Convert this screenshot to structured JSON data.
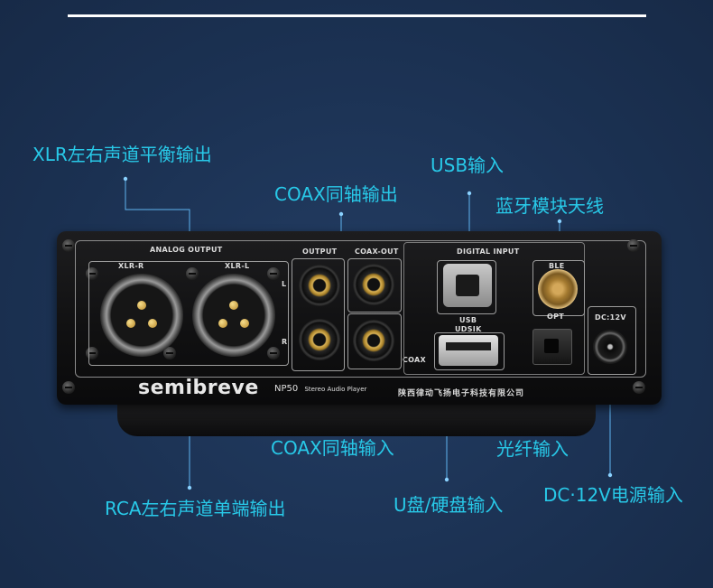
{
  "callouts": {
    "xlr_out": "XLR左右声道平衡输出",
    "coax_out": "COAX同轴输出",
    "usb_in": "USB输入",
    "ble": "蓝牙模块天线",
    "coax_in": "COAX同轴输入",
    "optical_in": "光纤输入",
    "rca_out": "RCA左右声道单端输出",
    "udisk_in": "U盘/硬盘输入",
    "dc_in": "DC·12V电源输入"
  },
  "panel": {
    "analog_output": "ANALOG OUTPUT",
    "xlr_r": "XLR-R",
    "xlr_l": "XLR-L",
    "output": "OUTPUT",
    "coax_out": "COAX-OUT",
    "digital_input": "DIGITAL INPUT",
    "ble": "BLE",
    "usb": "USB",
    "udisk": "UDSIK",
    "opt": "OPT",
    "dc": "DC:12V",
    "coax": "COAX",
    "side_l": "L",
    "side_r": "R"
  },
  "branding": {
    "logo": "semibreve",
    "model": "NP50",
    "model_desc": "Stereo Audio Player",
    "company": "陕西律动飞扬电子科技有限公司"
  },
  "colors": {
    "background": "#1b3152",
    "callout_text": "#28c9e8",
    "leader": "#6fc3ff"
  }
}
